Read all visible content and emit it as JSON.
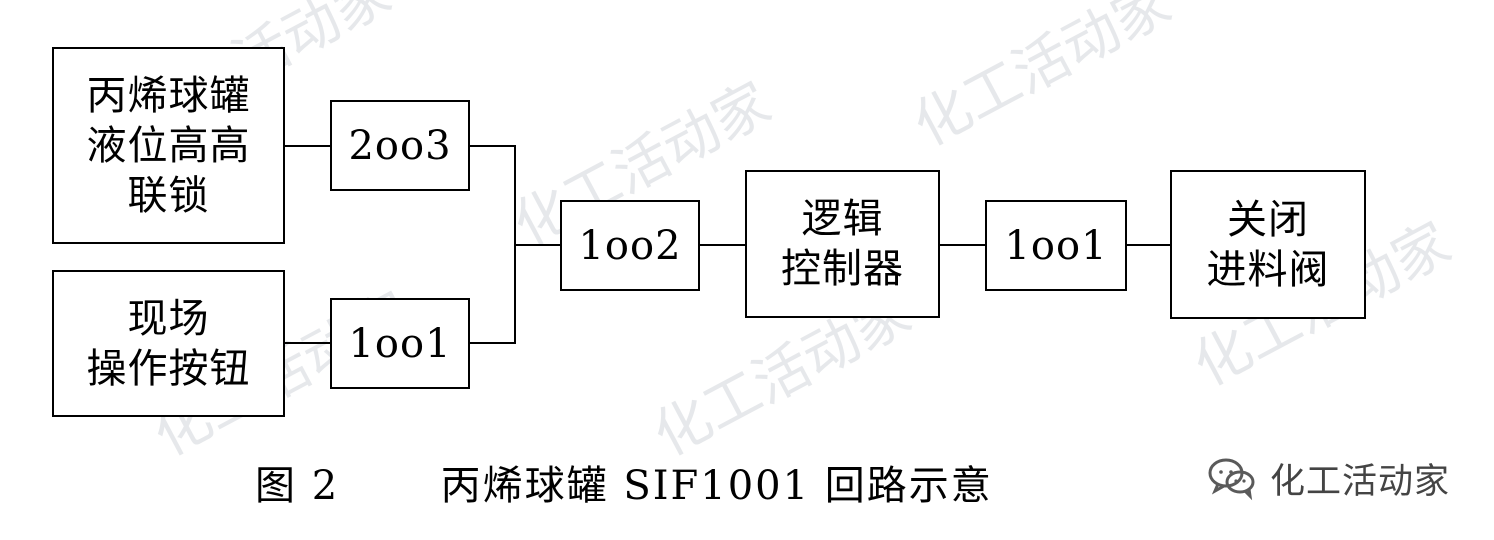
{
  "diagram": {
    "nodes": {
      "propylene_interlock": "丙烯球罐\n液位高高\n联锁",
      "onsite_button": "现场\n操作按钮",
      "vote_2oo3": "2oo3",
      "vote_1oo1_left": "1oo1",
      "vote_1oo2": "1oo2",
      "logic_controller": "逻辑\n控制器",
      "vote_1oo1_right": "1oo1",
      "close_feed_valve": "关闭\n进料阀"
    },
    "caption": {
      "label": "图 2",
      "title": "丙烯球罐 SIF1001 回路示意"
    },
    "watermark": {
      "brand": "化工活动家"
    }
  }
}
